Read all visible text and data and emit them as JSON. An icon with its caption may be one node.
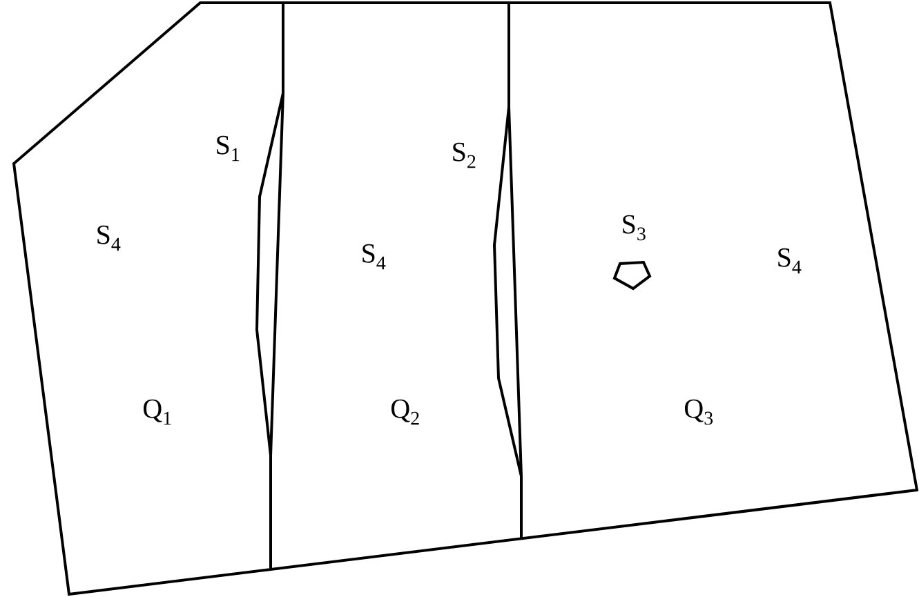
{
  "diagram": {
    "labels": [
      "S$_{1}$",
      "S$_{2}$",
      "S$_{4}$",
      "S$_{4}$",
      "S$_{3}$",
      "S$_{4}$",
      "Q$_{1}$",
      "Q$_{2}$",
      "Q$_{3}$"
    ]
  }
}
